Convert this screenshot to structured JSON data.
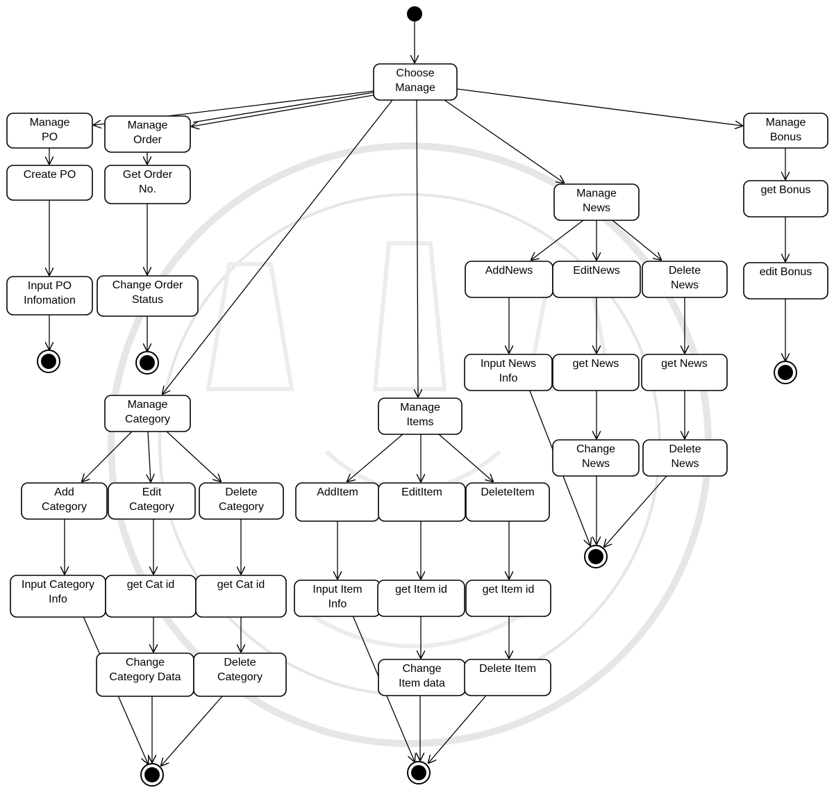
{
  "diagram": {
    "type": "uml-activity-diagram",
    "nodes": {
      "choose": [
        "Choose",
        "Manage"
      ],
      "manage_po": [
        "Manage",
        "PO"
      ],
      "create_po": [
        "Create PO"
      ],
      "input_po": [
        "Input PO",
        "Infomation"
      ],
      "manage_order": [
        "Manage",
        "Order"
      ],
      "get_order": [
        "Get Order",
        "No."
      ],
      "change_order": [
        "Change Order",
        "Status"
      ],
      "manage_cat": [
        "Manage",
        "Category"
      ],
      "add_cat": [
        "Add",
        "Category"
      ],
      "edit_cat": [
        "Edit",
        "Category"
      ],
      "del_cat": [
        "Delete",
        "Category"
      ],
      "input_cat": [
        "Input Category",
        "Info"
      ],
      "get_cat1": [
        "get  Cat id"
      ],
      "get_cat2": [
        "get  Cat id"
      ],
      "change_cat": [
        "Change",
        "Category Data"
      ],
      "del_cat2": [
        "Delete",
        "Category"
      ],
      "manage_items": [
        "Manage",
        "Items"
      ],
      "add_item": [
        "AddItem"
      ],
      "edit_item": [
        "EditItem"
      ],
      "del_item": [
        "DeleteItem"
      ],
      "input_item": [
        "Input Item",
        "Info"
      ],
      "get_item1": [
        "get Item id"
      ],
      "get_item2": [
        "get Item id"
      ],
      "change_item": [
        "Change",
        "Item data"
      ],
      "del_item2": [
        "Delete Item"
      ],
      "manage_news": [
        "Manage",
        "News"
      ],
      "add_news": [
        "AddNews"
      ],
      "edit_news": [
        "EditNews"
      ],
      "del_news": [
        "Delete",
        "News"
      ],
      "input_news": [
        "Input News",
        "Info"
      ],
      "get_news1": [
        "get  News"
      ],
      "get_news2": [
        "get  News"
      ],
      "change_news": [
        "Change",
        "News"
      ],
      "del_news2": [
        "Delete",
        "News"
      ],
      "manage_bonus": [
        "Manage",
        "Bonus"
      ],
      "get_bonus": [
        "get Bonus"
      ],
      "edit_bonus": [
        "edit Bonus"
      ]
    },
    "edges": [
      [
        "start",
        "choose"
      ],
      [
        "choose",
        "manage_po"
      ],
      [
        "choose",
        "manage_order"
      ],
      [
        "choose",
        "manage_cat"
      ],
      [
        "choose",
        "manage_items"
      ],
      [
        "choose",
        "manage_news"
      ],
      [
        "choose",
        "manage_bonus"
      ],
      [
        "manage_po",
        "create_po"
      ],
      [
        "create_po",
        "input_po"
      ],
      [
        "input_po",
        "end_po"
      ],
      [
        "manage_order",
        "get_order"
      ],
      [
        "get_order",
        "change_order"
      ],
      [
        "change_order",
        "end_order"
      ],
      [
        "manage_cat",
        "add_cat"
      ],
      [
        "manage_cat",
        "edit_cat"
      ],
      [
        "manage_cat",
        "del_cat"
      ],
      [
        "add_cat",
        "input_cat"
      ],
      [
        "edit_cat",
        "get_cat1"
      ],
      [
        "del_cat",
        "get_cat2"
      ],
      [
        "get_cat1",
        "change_cat"
      ],
      [
        "get_cat2",
        "del_cat2"
      ],
      [
        "input_cat",
        "end_cat"
      ],
      [
        "change_cat",
        "end_cat"
      ],
      [
        "del_cat2",
        "end_cat"
      ],
      [
        "manage_items",
        "add_item"
      ],
      [
        "manage_items",
        "edit_item"
      ],
      [
        "manage_items",
        "del_item"
      ],
      [
        "add_item",
        "input_item"
      ],
      [
        "edit_item",
        "get_item1"
      ],
      [
        "del_item",
        "get_item2"
      ],
      [
        "get_item1",
        "change_item"
      ],
      [
        "get_item2",
        "del_item2"
      ],
      [
        "input_item",
        "end_item"
      ],
      [
        "change_item",
        "end_item"
      ],
      [
        "del_item2",
        "end_item"
      ],
      [
        "manage_news",
        "add_news"
      ],
      [
        "manage_news",
        "edit_news"
      ],
      [
        "manage_news",
        "del_news"
      ],
      [
        "add_news",
        "input_news"
      ],
      [
        "edit_news",
        "get_news1"
      ],
      [
        "del_news",
        "get_news2"
      ],
      [
        "get_news1",
        "change_news"
      ],
      [
        "get_news2",
        "del_news2"
      ],
      [
        "input_news",
        "end_news"
      ],
      [
        "change_news",
        "end_news"
      ],
      [
        "del_news2",
        "end_news"
      ],
      [
        "manage_bonus",
        "get_bonus"
      ],
      [
        "get_bonus",
        "edit_bonus"
      ],
      [
        "edit_bonus",
        "end_bonus"
      ]
    ]
  }
}
